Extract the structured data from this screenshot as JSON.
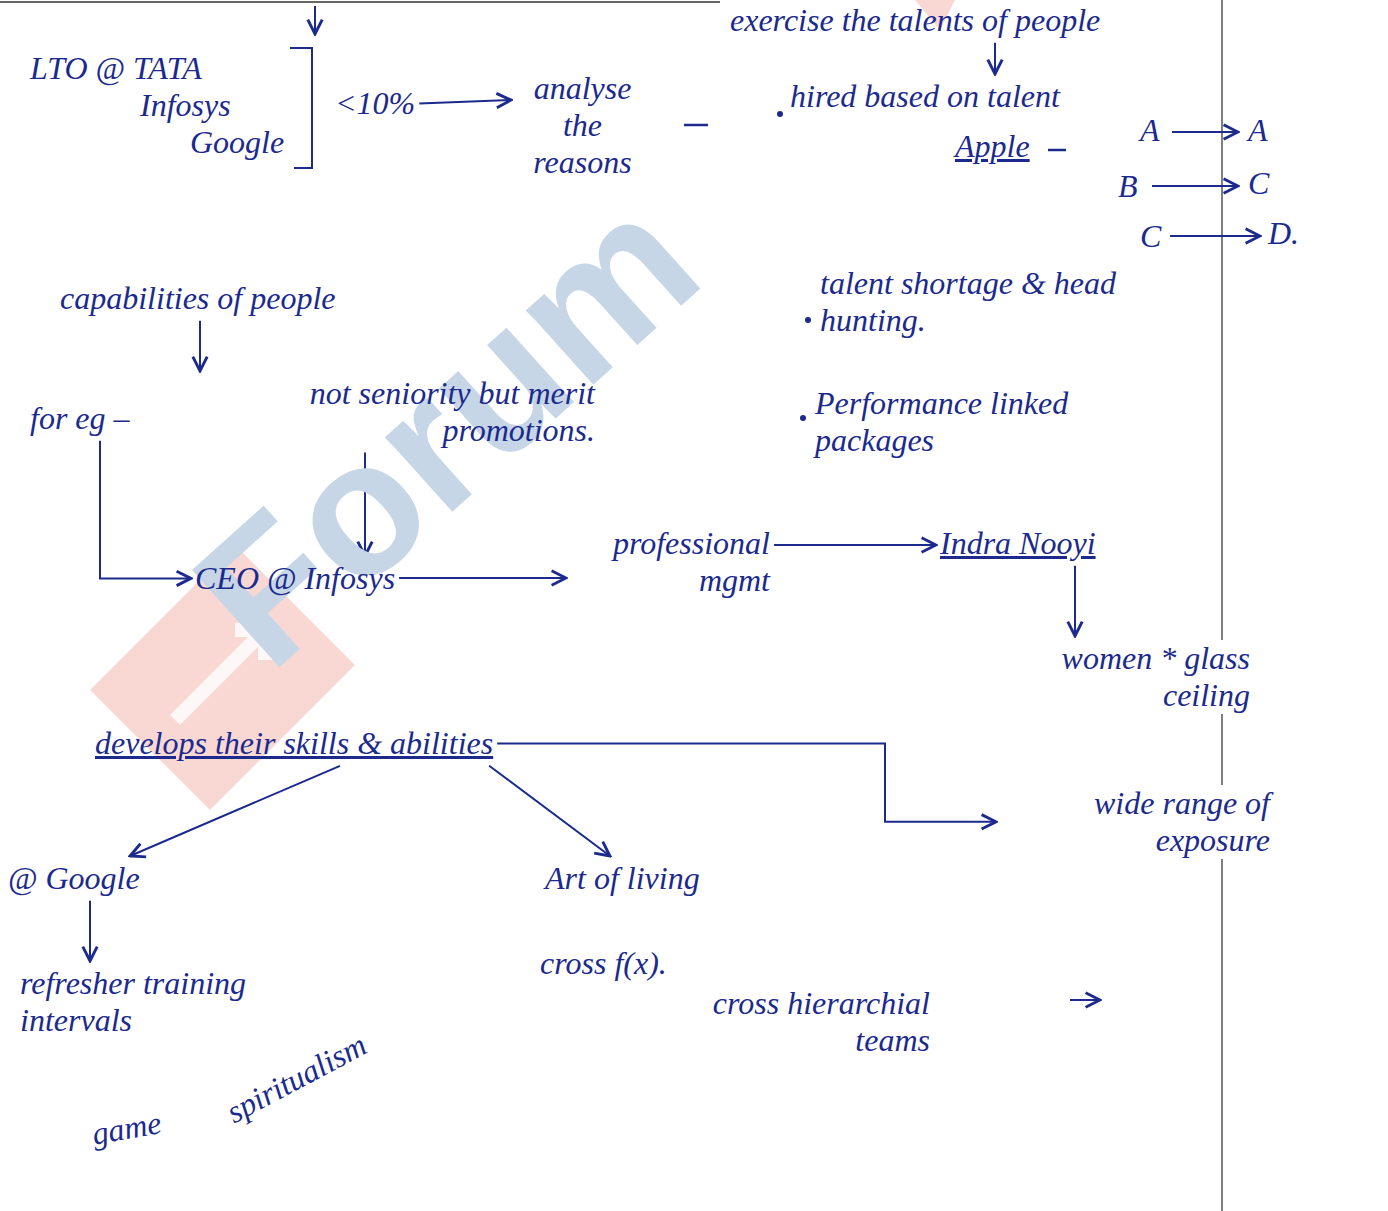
{
  "diagram": {
    "nodes": [
      {
        "text": [
          "exercise the talents of people"
        ]
      },
      {
        "text": [
          "LTO @ TATA",
          "Infosys",
          "Google"
        ]
      },
      {
        "text": [
          "<10%"
        ]
      },
      {
        "text": [
          "analyse the reasons"
        ]
      },
      {
        "text": [
          "hired based on talent"
        ]
      },
      {
        "text": [
          "Apple"
        ]
      },
      {
        "text": [
          "capabilities of people"
        ]
      },
      {
        "text": [
          "talent shortage & head hunting."
        ]
      },
      {
        "text": [
          "for eg –"
        ]
      },
      {
        "text": [
          "not seniority but merit promotions."
        ]
      },
      {
        "text": [
          "Performance linked packages"
        ]
      },
      {
        "text": [
          "CEO @ Infosys"
        ]
      },
      {
        "text": [
          "professional mgmt"
        ]
      },
      {
        "text": [
          "Indra Nooyi"
        ]
      },
      {
        "text": [
          "women * glass ceiling"
        ]
      },
      {
        "text": [
          "develops their skills & abilities"
        ]
      },
      {
        "text": [
          "@ Google"
        ]
      },
      {
        "text": [
          "Art of living"
        ]
      },
      {
        "text": [
          "wide range of exposure"
        ]
      },
      {
        "text": [
          "refresher training intervals"
        ]
      },
      {
        "text": [
          "cross f(x)."
        ]
      },
      {
        "text": [
          "cross hierarchial teams"
        ]
      }
    ],
    "edges": [
      {
        "from": 0,
        "to": 4,
        "arrow": "to"
      },
      {
        "from": 2,
        "to": 3,
        "arrow": "to"
      },
      {
        "from": 6,
        "to": 9,
        "arrow": "to"
      },
      {
        "from": 8,
        "to": 11,
        "arrow": "to"
      },
      {
        "from": 9,
        "to": 11,
        "arrow": "to"
      },
      {
        "from": 11,
        "to": 12,
        "arrow": "to"
      },
      {
        "from": 12,
        "to": 13,
        "arrow": "to"
      },
      {
        "from": 13,
        "to": 14,
        "arrow": "to"
      },
      {
        "from": 15,
        "to": 16,
        "arrow": "to"
      },
      {
        "from": 15,
        "to": 17,
        "arrow": "to"
      },
      {
        "from": 15,
        "to": 18,
        "arrow": "to"
      },
      {
        "from": 16,
        "to": 19,
        "arrow": "to"
      }
    ],
    "labels": [
      "A",
      "A",
      "B",
      "C",
      "C",
      "D.",
      "game",
      "spiritualism",
      "Forum"
    ]
  }
}
